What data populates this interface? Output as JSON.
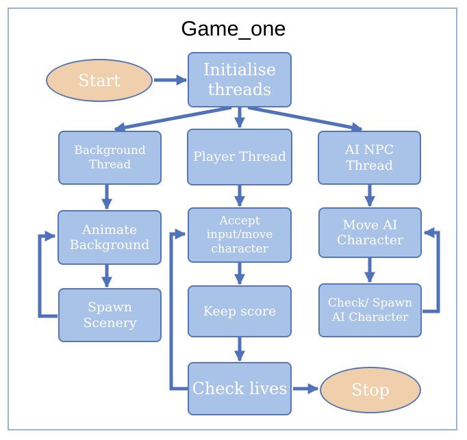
{
  "title": "Game_one",
  "nodes": {
    "start": "Start",
    "initialise": "Initialise threads",
    "background_thread": "Background Thread",
    "player_thread": "Player Thread",
    "ai_npc_thread": "AI NPC Thread",
    "animate_background": "Animate Background",
    "spawn_scenery": "Spawn Scenery",
    "accept_input": "Accept input/move character",
    "keep_score": "Keep score",
    "check_lives": "Check lives",
    "stop": "Stop",
    "move_ai": "Move AI Character",
    "check_spawn_ai": "Check/ Spawn AI Character"
  },
  "colors": {
    "box_fill": "#a9c2e8",
    "box_border": "#5577b5",
    "oval_fill": "#efcfac",
    "arrow": "#4f72b8",
    "frame": "#9bb4d6"
  }
}
